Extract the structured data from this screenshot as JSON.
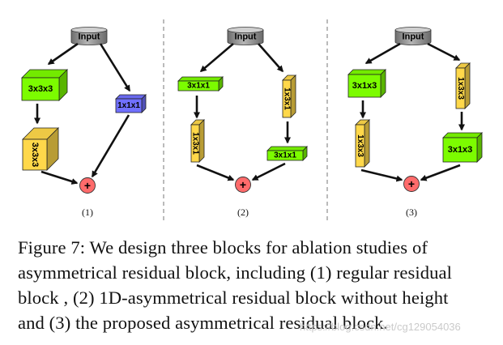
{
  "diagram": {
    "input_label": "Input",
    "plus_symbol": "+",
    "panels": [
      {
        "label": "(1)",
        "left_branch": [
          "3x3x3",
          "3x3x3"
        ],
        "right_branch": [
          "1x1x1"
        ]
      },
      {
        "label": "(2)",
        "left_branch": [
          "3x1x1",
          "1x3x1"
        ],
        "right_branch": [
          "1x3x1",
          "3x1x1"
        ]
      },
      {
        "label": "(3)",
        "left_branch": [
          "3x1x3",
          "1x3x3"
        ],
        "right_branch": [
          "1x3x3",
          "3x1x3"
        ]
      }
    ],
    "colors": {
      "green": "#7cfc00",
      "yellow": "#ffd84a",
      "blue": "#7070ff",
      "input_gray": "#8a8a8a",
      "plus_red": "#ff6b6b"
    }
  },
  "caption": {
    "lines": [
      "Figure 7:  We design three blocks for ablation studies of",
      "asymmetrical residual block, including (1) regular residual",
      "block , (2) 1D-asymmetrical residual block without height",
      "and (3) the proposed asymmetrical residual block."
    ]
  },
  "watermark": "https://blog.csdn.net/cg129054036"
}
